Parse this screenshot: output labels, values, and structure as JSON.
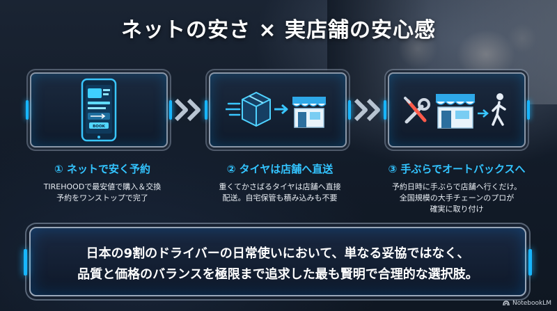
{
  "title": "ネットの安さ × 実店舗の安心感",
  "steps": [
    {
      "title": "① ネットで安く予約",
      "desc": "TIREHOODで最安値で購入＆交換\n予約をワンストップで完了",
      "icon": "smartphone-icon",
      "icon_text": "BOOK"
    },
    {
      "title": "② タイヤは店舗へ直送",
      "desc": "重くてかさばるタイヤは店舗へ直接\n配送。自宅保管も積み込みも不要",
      "icon": "box-to-store-icon"
    },
    {
      "title": "③ 手ぶらでオートバックスへ",
      "desc": "予約日時に手ぶらで店舗へ行くだけ。\n全国規模の大手チェーンのプロが\n確実に取り付け",
      "icon": "tools-store-walk-icon"
    }
  ],
  "banner": {
    "line1": "日本の9割のドライバーの日常使いにおいて、単なる妥協ではなく、",
    "line2": "品質と価格のバランスを極限まで追求した最も賢明で合理的な選択肢。"
  },
  "brand": "NotebookLM",
  "colors": {
    "accent": "#33c4ff",
    "glow": "#18b6ff",
    "background": "#121a26"
  }
}
